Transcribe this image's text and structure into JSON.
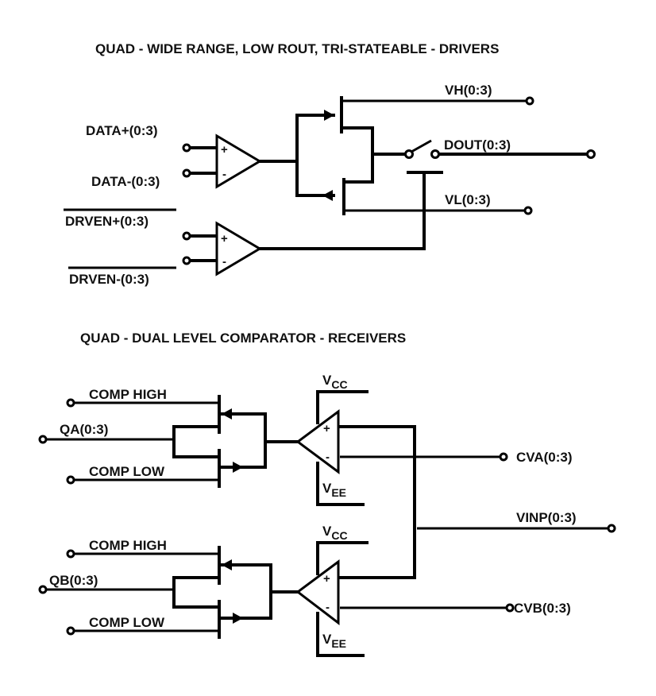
{
  "drivers": {
    "title": "QUAD - WIDE RANGE, LOW ROUT, TRI-STATEABLE - DRIVERS",
    "inputs": {
      "data_plus": "DATA+(0:3)",
      "data_minus": "DATA-(0:3)",
      "drven_plus": "DRVEN+(0:3)",
      "drven_minus": "DRVEN-(0:3)"
    },
    "outputs": {
      "vh": "VH(0:3)",
      "dout": "DOUT(0:3)",
      "vl": "VL(0:3)"
    },
    "amp_plus": "+",
    "amp_minus": "-"
  },
  "receivers": {
    "title": "QUAD - DUAL LEVEL COMPARATOR - RECEIVERS",
    "channel_a": {
      "comp_high": "COMP HIGH",
      "input": "QA(0:3)",
      "comp_low": "COMP LOW",
      "output": "CVA(0:3)"
    },
    "channel_b": {
      "comp_high": "COMP HIGH",
      "input": "QB(0:3)",
      "comp_low": "COMP LOW",
      "output": "CVB(0:3)"
    },
    "shared_input": "VINP(0:3)",
    "vcc": {
      "main": "V",
      "sub": "CC"
    },
    "vee": {
      "main": "V",
      "sub": "EE"
    },
    "amp_plus": "+",
    "amp_minus": "-"
  }
}
